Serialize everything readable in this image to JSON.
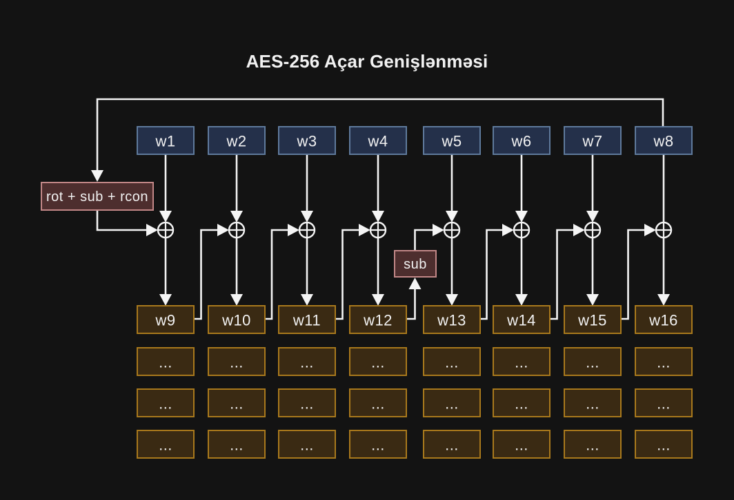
{
  "title": "AES-256 Açar Genişlənməsi",
  "colors": {
    "background": "#131313",
    "line": "#f5f5f5",
    "text": "#f2f2f2",
    "key_word_fill": "#24304a",
    "key_word_border": "#5f7a9c",
    "expanded_word_fill": "#3a2a13",
    "expanded_word_border": "#a9791c",
    "transform_fill": "#4d2e2e",
    "transform_border": "#c28787"
  },
  "nodes": {
    "top_row": [
      "w1",
      "w2",
      "w3",
      "w4",
      "w5",
      "w6",
      "w7",
      "w8"
    ],
    "output_row": [
      "w9",
      "w10",
      "w11",
      "w12",
      "w13",
      "w14",
      "w15",
      "w16"
    ],
    "dots_rows": 3,
    "dots_label": "...",
    "transform_label": "rot + sub + rcon",
    "sub_label": "sub"
  },
  "icons": {
    "xor": "circle-plus-xor-icon"
  }
}
